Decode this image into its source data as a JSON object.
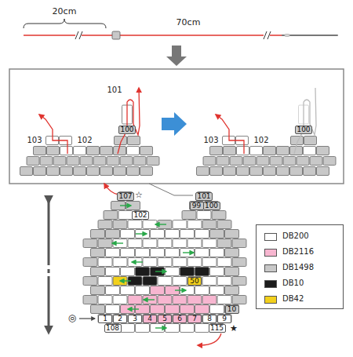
{
  "diagram": {
    "nodes": [
      {
        "text": [
          "100"
        ]
      },
      {
        "text": [
          "100"
        ]
      },
      {
        "text": [
          "107"
        ]
      },
      {
        "text": [
          "101"
        ]
      },
      {
        "text": [
          "99"
        ]
      },
      {
        "text": [
          "100"
        ]
      },
      {
        "text": [
          "102"
        ]
      },
      {
        "text": [
          "50"
        ]
      },
      {
        "text": [
          "10"
        ]
      },
      {
        "text": [
          "1"
        ]
      },
      {
        "text": [
          "2"
        ]
      },
      {
        "text": [
          "3"
        ]
      },
      {
        "text": [
          "4"
        ]
      },
      {
        "text": [
          "5"
        ]
      },
      {
        "text": [
          "6"
        ]
      },
      {
        "text": [
          "7"
        ]
      },
      {
        "text": [
          "8"
        ]
      },
      {
        "text": [
          "9"
        ]
      },
      {
        "text": [
          "108"
        ]
      },
      {
        "text": [
          "115"
        ]
      }
    ],
    "labels": [
      "20cm",
      "70cm",
      "101",
      "103",
      "102",
      "103",
      "102",
      "☆",
      "◎",
      "★"
    ],
    "legend": [
      {
        "text": "DB200",
        "color": "#ffffff"
      },
      {
        "text": "DB2116",
        "color": "#f7b6d0"
      },
      {
        "text": "DB1498",
        "color": "#c8c8c8"
      },
      {
        "text": "DB10",
        "color": "#1c1c1c"
      },
      {
        "text": "DB42",
        "color": "#f2d01c"
      }
    ]
  }
}
